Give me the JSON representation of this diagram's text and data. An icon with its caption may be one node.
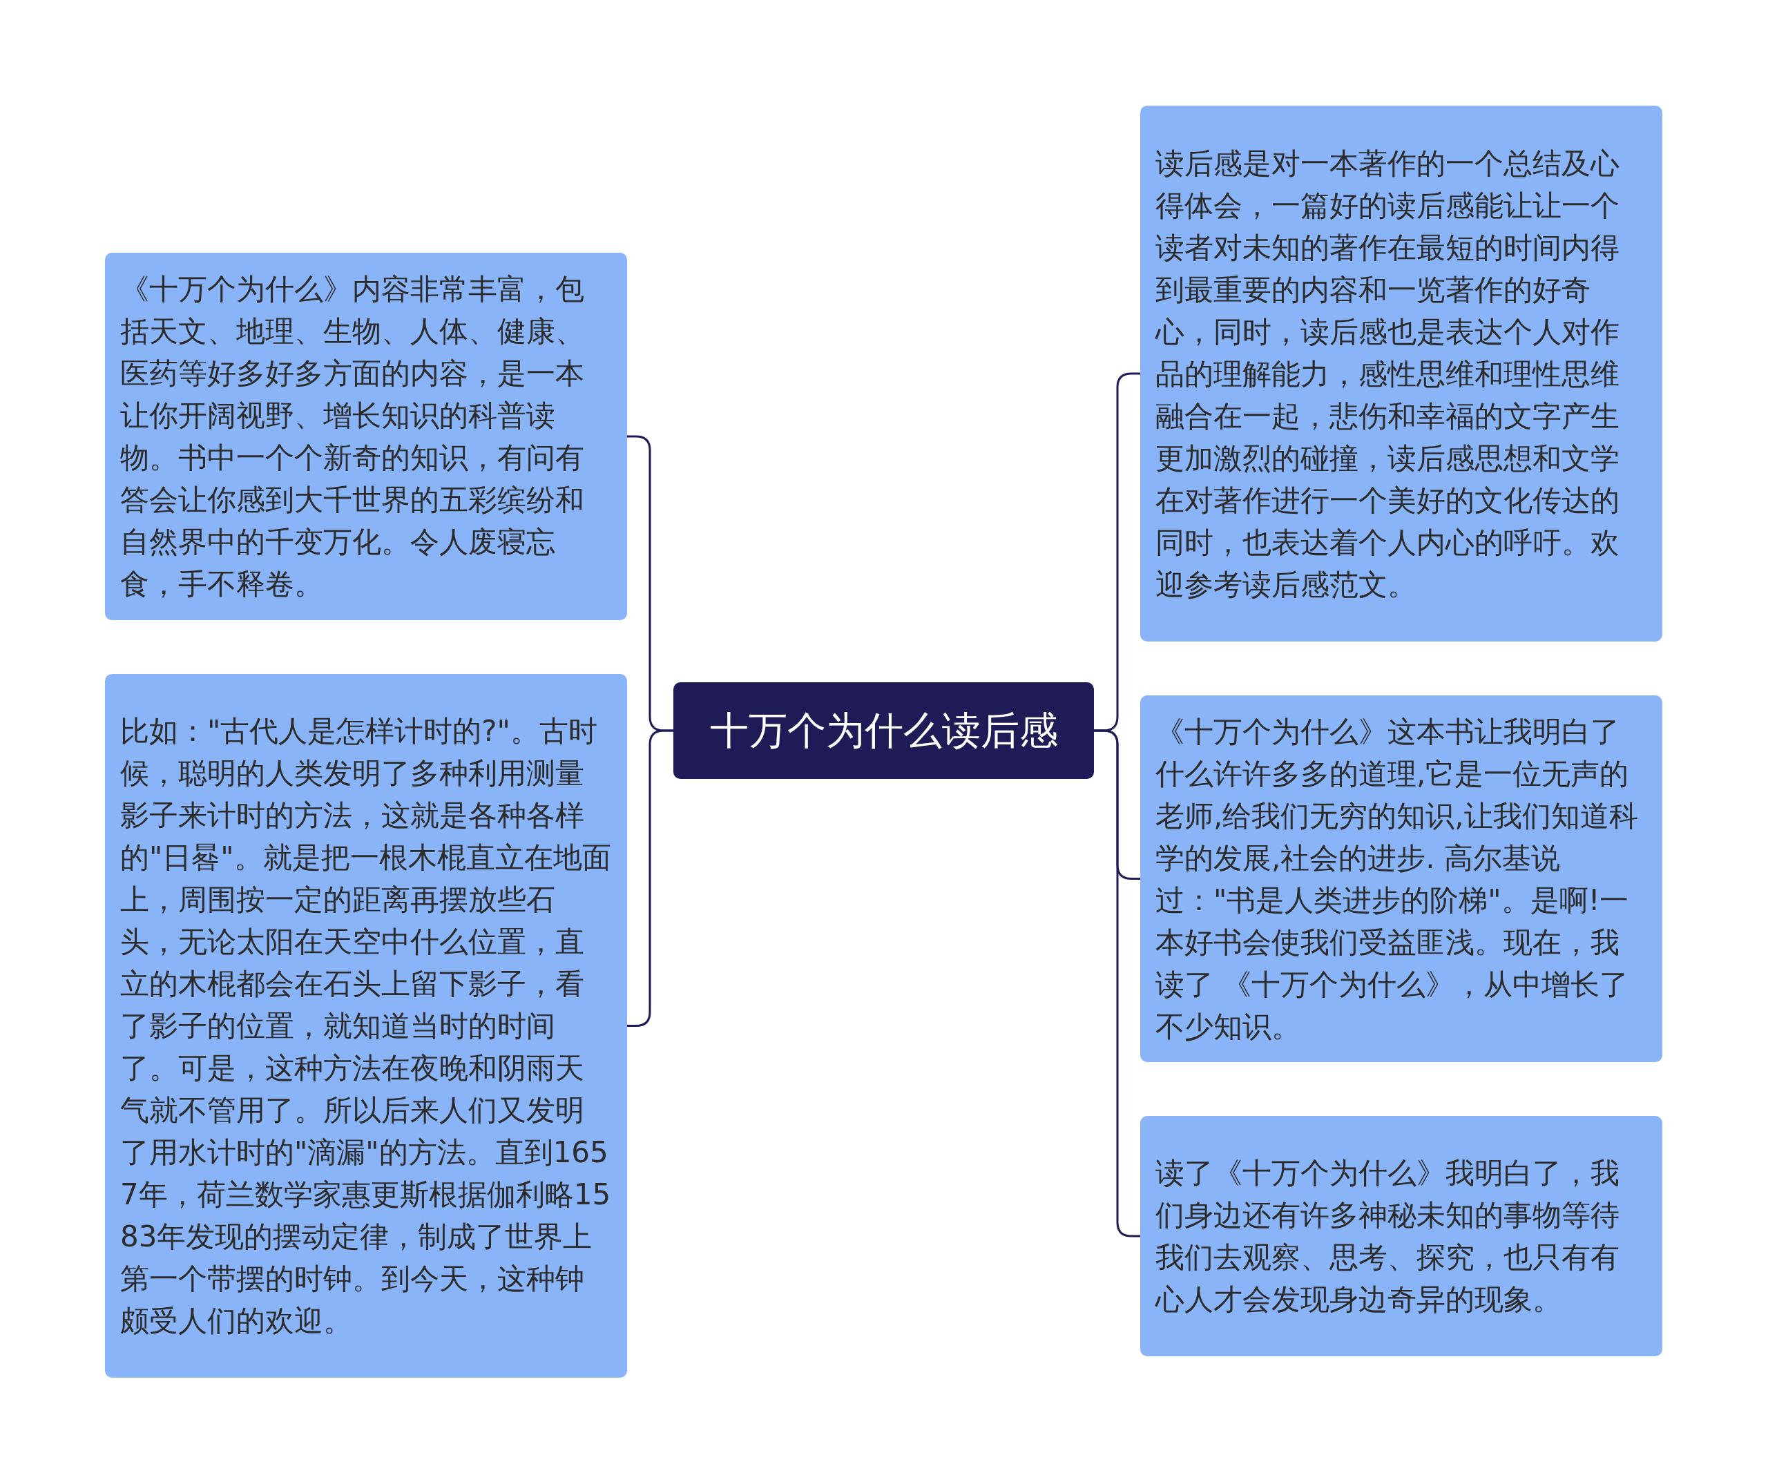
{
  "diagram": {
    "nodes": [
      {
        "text": [
          "十万个为什么读后感"
        ]
      },
      {
        "text": [
          "《十万个为什么》内容非常丰富，包括天文、地理、生物、人体、健康、医药等好多好多方面的内容，是一本让你开阔视野、增长知识的科普读物。书中一个个新奇的知识，有问有答会让你感到大千世界的五彩缤纷和自然界中的千变万化。令人废寝忘食，手不释卷。"
        ]
      },
      {
        "text": [
          "比如：\"古代人是怎样计时的?\"。古时候，聪明的人类发明了多种利用测量影子来计时的方法，这就是各种各样的\"日晷\"。就是把一根木棍直立在地面上，周围按一定的距离再摆放些石头，无论太阳在天空中什么位置，直立的木棍都会在石头上留下影子，看了影子的位置，就知道当时的时间了。可是，这种方法在夜晚和阴雨天气就不管用了。所以后来人们又发明了用水计时的\"滴漏\"的方法。直到1657年，荷兰数学家惠更斯根据伽利略1583年发现的摆动定律，制成了世界上第一个带摆的时钟。到今天，这种钟颇受人们的欢迎。"
        ]
      },
      {
        "text": [
          "读后感是对一本著作的一个总结及心得体会，一篇好的读后感能让让一个读者对未知的著作在最短的时间内得到最重要的内容和一览著作的好奇心，同时，读后感也是表达个人对作品的理解能力，感性思维和理性思维融合在一起，悲伤和幸福的文字产生更加激烈的碰撞，读后感思想和文学在对著作进行一个美好的文化传达的同时，也表达着个人内心的呼吁。欢迎参考读后感范文。"
        ]
      },
      {
        "text": [
          "《十万个为什么》这本书让我明白了什么许许多多的道理,它是一位无声的老师,给我们无穷的知识,让我们知道科学的发展,社会的进步. 高尔基说过：\"书是人类进步的阶梯\"。是啊!一本好书会使我们受益匪浅。现在，我读了 《十万个为什么》，从中增长了不少知识。"
        ]
      },
      {
        "text": [
          "读了《十万个为什么》我明白了，我们身边还有许多神秘未知的事物等待我们去观察、思考、探究，也只有有心人才会发现身边奇异的现象。"
        ]
      }
    ],
    "edges": [
      {
        "from": 0,
        "to": 1,
        "arrow": "none"
      },
      {
        "from": 0,
        "to": 2,
        "arrow": "none"
      },
      {
        "from": 0,
        "to": 3,
        "arrow": "none"
      },
      {
        "from": 0,
        "to": 4,
        "arrow": "none"
      },
      {
        "from": 0,
        "to": 5,
        "arrow": "none"
      }
    ]
  }
}
